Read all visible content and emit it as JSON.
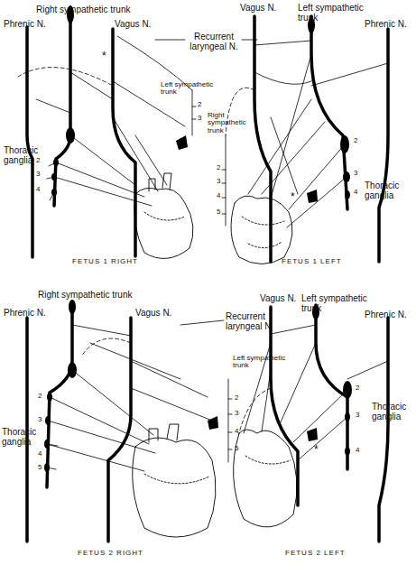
{
  "diagram": {
    "labels": [
      "Right sympathetic trunk",
      "Phrenic N.",
      "Vagus N.",
      "Recurrent laryngeal N.",
      "*",
      "Left sympathetic trunk",
      "2",
      "3",
      "Thoracic ganglia",
      "2",
      "3",
      "4",
      "FETUS 1 RIGHT",
      "Vagus N.",
      "Left sympathetic trunk",
      "Phrenic N.",
      "Right sympathetic trunk",
      "2",
      "3",
      "4",
      "5",
      "*",
      "Thoracic ganglia",
      "2",
      "3",
      "4",
      "FETUS 1 LEFT",
      "Right sympathetic trunk",
      "Phrenic N.",
      "Vagus N.",
      "Recurrent laryngeal N",
      "Left sympathetic trunk",
      "2",
      "3",
      "4",
      "5",
      "Thoracic ganglia",
      "2",
      "3",
      "4",
      "5",
      "FETUS 2 RIGHT",
      "Vagus N.",
      "Left sympathetic trunk",
      "Phrenic N.",
      "2",
      "3",
      "4",
      "Thoracic ganglia",
      "*",
      "FETUS 2 LEFT"
    ]
  }
}
